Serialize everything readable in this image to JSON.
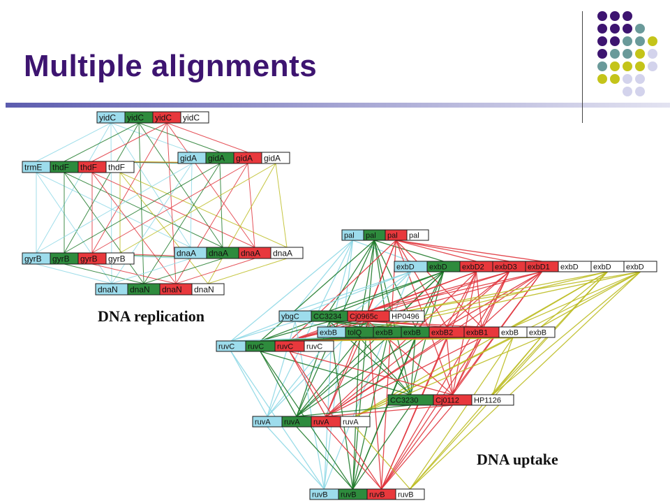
{
  "slide": {
    "title": "Multiple alignments",
    "caption_replication": "DNA replication",
    "caption_uptake": "DNA uptake"
  },
  "colors": {
    "title": "#3d1470",
    "purple_dot": "#3d1470",
    "teal_dot": "#6a9a9a",
    "olive_dot": "#c4c41a",
    "lavender_dot": "#d3d3ec",
    "box_cyan": "#9ddcec",
    "box_green": "#2e8b3d",
    "box_red": "#e8383c",
    "box_white": "#ffffff",
    "edge_cyan": "#8fd8e6",
    "edge_green": "#1e7a2a",
    "edge_red": "#e0343c",
    "edge_yellow": "#bcbc22"
  },
  "replication_network": {
    "groups": [
      {
        "id": "yidC",
        "labels": [
          "yidC",
          "yidC",
          "yidC",
          "yidC"
        ]
      },
      {
        "id": "thdF",
        "labels": [
          "trmE",
          "thdF",
          "thdF",
          "thdF"
        ]
      },
      {
        "id": "gidA",
        "labels": [
          "gidA",
          "gidA",
          "gidA",
          "gidA"
        ]
      },
      {
        "id": "gyrB",
        "labels": [
          "gyrB",
          "gyrB",
          "gyrB",
          "gyrB"
        ]
      },
      {
        "id": "dnaA",
        "labels": [
          "dnaA",
          "dnaA",
          "dnaA",
          "dnaA"
        ]
      },
      {
        "id": "dnaN",
        "labels": [
          "dnaN",
          "dnaN",
          "dnaN",
          "dnaN"
        ]
      }
    ]
  },
  "uptake_network": {
    "groups": [
      {
        "id": "pal",
        "labels": [
          "pal",
          "pal",
          "pal",
          "pal"
        ]
      },
      {
        "id": "exbD",
        "labels": [
          "exbD",
          "exbD",
          "exbD2",
          "exbD3",
          "exbD1",
          "exbD",
          "exbD",
          "exbD"
        ]
      },
      {
        "id": "ybgC",
        "labels": [
          "ybgC",
          "CC3234",
          "Cj0965c",
          "HP0496"
        ]
      },
      {
        "id": "exbB",
        "labels": [
          "exbB",
          "tolQ",
          "exbB",
          "exbB",
          "exbB2",
          "exbB1",
          "exbB",
          "exbB"
        ]
      },
      {
        "id": "ruvC",
        "labels": [
          "ruvC",
          "ruvC",
          "ruvC",
          "ruvC"
        ]
      },
      {
        "id": "CC3230",
        "labels": [
          "CC3230",
          "Cj0112",
          "HP1126"
        ]
      },
      {
        "id": "ruvA",
        "labels": [
          "ruvA",
          "ruvA",
          "ruvA",
          "ruvA"
        ]
      },
      {
        "id": "ruvB",
        "labels": [
          "ruvB",
          "ruvB",
          "ruvB",
          "ruvB"
        ]
      }
    ]
  }
}
